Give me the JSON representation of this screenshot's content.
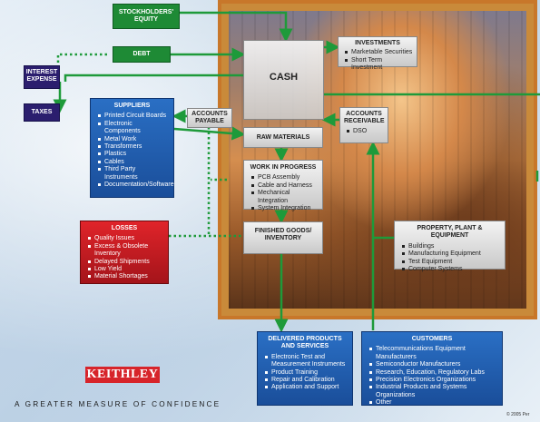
{
  "equity": "STOCKHOLDERS' EQUITY",
  "debt": "DEBT",
  "interest_expense": "INTEREST EXPENSE",
  "taxes": "TAXES",
  "cash": "CASH",
  "investments": {
    "title": "INVESTMENTS",
    "items": [
      "Marketable Securities",
      "Short Term Investment"
    ]
  },
  "accounts_payable": "ACCOUNTS PAYABLE",
  "accounts_receivable": {
    "title": "ACCOUNTS RECEIVABLE",
    "items": [
      "DSO"
    ]
  },
  "suppliers": {
    "title": "SUPPLIERS",
    "items": [
      "Printed Circuit Boards",
      "Electronic Components",
      "Metal Work",
      "Transformers",
      "Plastics",
      "Cables",
      "Third Party Instruments",
      "Documentation/Software"
    ]
  },
  "raw_materials": "RAW MATERIALS",
  "wip": {
    "title": "WORK IN PROGRESS",
    "items": [
      "PCB Assembly",
      "Cable and Harness",
      "Mechanical Integration",
      "System Integration"
    ]
  },
  "finished_goods": "FINISHED GOODS/ INVENTORY",
  "losses": {
    "title": "LOSSES",
    "items": [
      "Quality Issues",
      "Excess & Obsolete Inventory",
      "Delayed Shipments",
      "Low Yield",
      "Material Shortages"
    ]
  },
  "ppe": {
    "title": "PROPERTY, PLANT & EQUIPMENT",
    "items": [
      "Buildings",
      "Manufacturing Equipment",
      "Test Equipment",
      "Computer Systems"
    ]
  },
  "delivered": {
    "title": "DELIVERED PRODUCTS AND SERVICES",
    "items": [
      "Electronic Test and Measurement Instruments",
      "Product Training",
      "Repair and Calibration",
      "Application and Support"
    ]
  },
  "customers": {
    "title": "CUSTOMERS",
    "items": [
      "Telecommunications Equipment Manufacturers",
      "Semiconductor Manufacturers",
      "Research, Education, Regulatory Labs",
      "Precision Electronics Organizations",
      "Industrial Products and Systems Organizations",
      "Other"
    ]
  },
  "logo": "KEITHLEY",
  "tagline": "A GREATER MEASURE OF CONFIDENCE",
  "copyright": "© 2005 Per",
  "colors": {
    "green": "#1e8a35",
    "purple": "#2b1e6e",
    "blue": "#1a4e9a",
    "red": "#c41c22",
    "photo_border": "#c8772a"
  }
}
